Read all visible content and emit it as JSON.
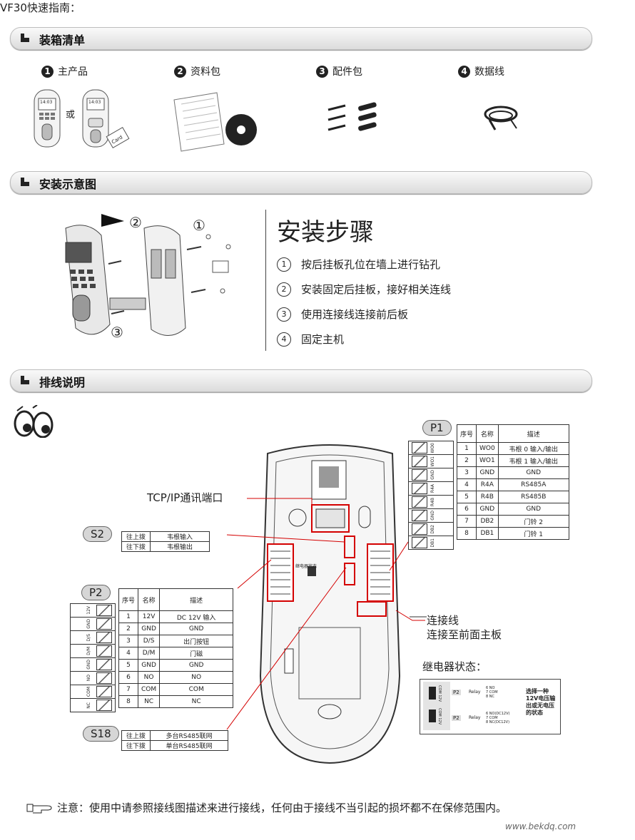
{
  "doc_title": "VF30快速指南：",
  "sections": {
    "packing": "装箱清单",
    "install": "安装示意图",
    "wiring": "排线说明"
  },
  "packing_items": [
    {
      "num": "1",
      "label": "主产品"
    },
    {
      "num": "2",
      "label": "资料包"
    },
    {
      "num": "3",
      "label": "配件包"
    },
    {
      "num": "4",
      "label": "数据线"
    }
  ],
  "device_screen_text": "14:03",
  "or_text": "或",
  "card_label": "Card",
  "install": {
    "heading": "安装步骤",
    "diagram_marks": [
      "②",
      "①",
      "③"
    ],
    "steps": [
      {
        "num": "1",
        "text": "按后挂板孔位在墙上进行钻孔"
      },
      {
        "num": "2",
        "text": "安装固定后挂板，接好相关连线"
      },
      {
        "num": "3",
        "text": "使用连接线连接前后板"
      },
      {
        "num": "4",
        "text": "固定主机"
      }
    ]
  },
  "wiring": {
    "tcp_label": "TCP/IP通讯端口",
    "relay_status_small": "继电器状态",
    "connector_line1": "连接线",
    "connector_line2": "连接至前面主板",
    "relay_heading": "继电器状态：",
    "p1": {
      "label": "P1",
      "headers": [
        "序号",
        "名称",
        "描述"
      ],
      "rows": [
        [
          "1",
          "WO0",
          "韦根 0 输入/输出"
        ],
        [
          "2",
          "WO1",
          "韦根 1 输入/输出"
        ],
        [
          "3",
          "GND",
          "GND"
        ],
        [
          "4",
          "R4A",
          "RS485A"
        ],
        [
          "5",
          "R4B",
          "RS485B"
        ],
        [
          "6",
          "GND",
          "GND"
        ],
        [
          "7",
          "DB2",
          "门铃 2"
        ],
        [
          "8",
          "DB1",
          "门铃 1"
        ]
      ],
      "pins": [
        "WO0",
        "WO1",
        "GND",
        "R4A",
        "R4B",
        "GND",
        "DB2",
        "DB1"
      ]
    },
    "p2": {
      "label": "P2",
      "headers": [
        "序号",
        "名称",
        "描述"
      ],
      "rows": [
        [
          "1",
          "12V",
          "DC 12V 输入"
        ],
        [
          "2",
          "GND",
          "GND"
        ],
        [
          "3",
          "D/S",
          "出门按钮"
        ],
        [
          "4",
          "D/M",
          "门磁"
        ],
        [
          "5",
          "GND",
          "GND"
        ],
        [
          "6",
          "NO",
          "NO"
        ],
        [
          "7",
          "COM",
          "COM"
        ],
        [
          "8",
          "NC",
          "NC"
        ]
      ],
      "pins": [
        "12V",
        "GND",
        "D/S",
        "D/M",
        "GND",
        "NO",
        "COM",
        "NC"
      ]
    },
    "s2": {
      "label": "S2",
      "rows": [
        [
          "往上拨",
          "韦根输入"
        ],
        [
          "往下拨",
          "韦根输出"
        ]
      ]
    },
    "s18": {
      "label": "S18",
      "rows": [
        [
          "往上拨",
          "多台RS485联网"
        ],
        [
          "往下拨",
          "单台RS485联网"
        ]
      ]
    },
    "relay_table": {
      "p2_tag": "P2",
      "relay_label": "Relay",
      "upper_switch_label": "COM 12V",
      "lower_switch_label": "COM 12V",
      "upper_rows": [
        [
          "6",
          "NO"
        ],
        [
          "7",
          "COM"
        ],
        [
          "8",
          "NC"
        ]
      ],
      "lower_rows": [
        [
          "6",
          "NO(DC12V)"
        ],
        [
          "7",
          "COM"
        ],
        [
          "8",
          "NC(DC12V)"
        ]
      ],
      "note": "选择一种12V电压输出或无电压的状态"
    }
  },
  "footer_note": "注意：使用中请参照接线图描述来进行接线，任何由于接线不当引起的损坏都不在保修范围内。",
  "watermark": "www.bekdq.com",
  "colors": {
    "accent_red": "#d40000",
    "band": "#dcdcdc"
  }
}
